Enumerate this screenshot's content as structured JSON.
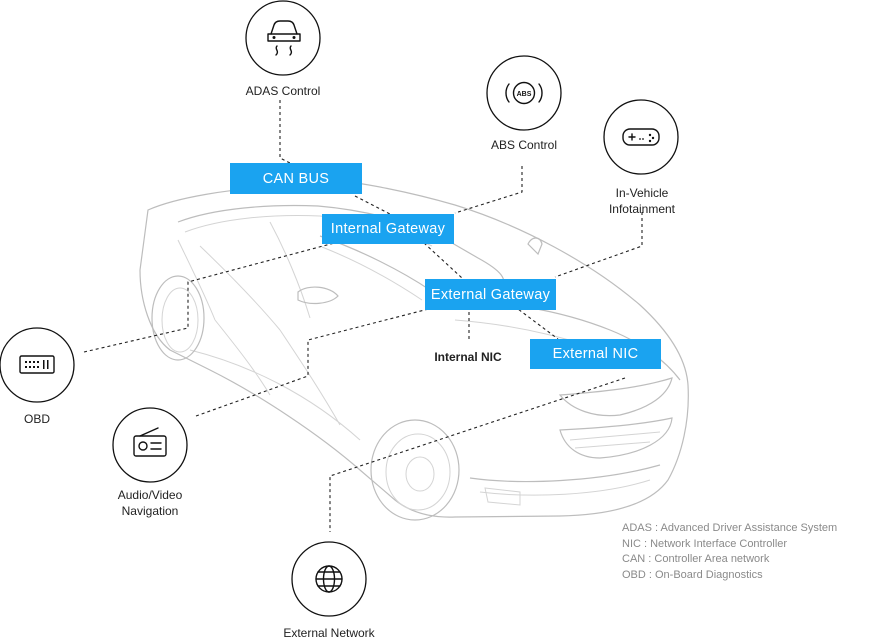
{
  "bus_tags": {
    "can_bus": "CAN BUS",
    "internal_gateway": "Internal Gateway",
    "external_gateway": "External Gateway",
    "external_nic": "External NIC"
  },
  "plain_labels": {
    "internal_nic": "Internal NIC"
  },
  "nodes": {
    "adas": {
      "label": "ADAS Control",
      "icon": "car-skid-icon"
    },
    "abs": {
      "label": "ABS Control",
      "icon": "abs-icon",
      "icon_text": "ABS"
    },
    "infotainment": {
      "label_line1": "In-Vehicle",
      "label_line2": "Infotainment",
      "icon": "gamepad-icon"
    },
    "obd": {
      "label": "OBD",
      "icon": "obd-port-icon"
    },
    "audio": {
      "label_line1": "Audio/Video",
      "label_line2": "Navigation",
      "icon": "radio-icon"
    },
    "network": {
      "label": "External Network",
      "icon": "globe-icon"
    }
  },
  "legend": [
    "ADAS : Advanced Driver Assistance System",
    "NIC : Network Interface Controller",
    "CAN : Controller Area network",
    "OBD : On-Board Diagnostics"
  ],
  "colors": {
    "tag_blue": "#1aa3f0",
    "legend_gray": "#8a8a8a",
    "car_outline": "#bdbdbd"
  }
}
